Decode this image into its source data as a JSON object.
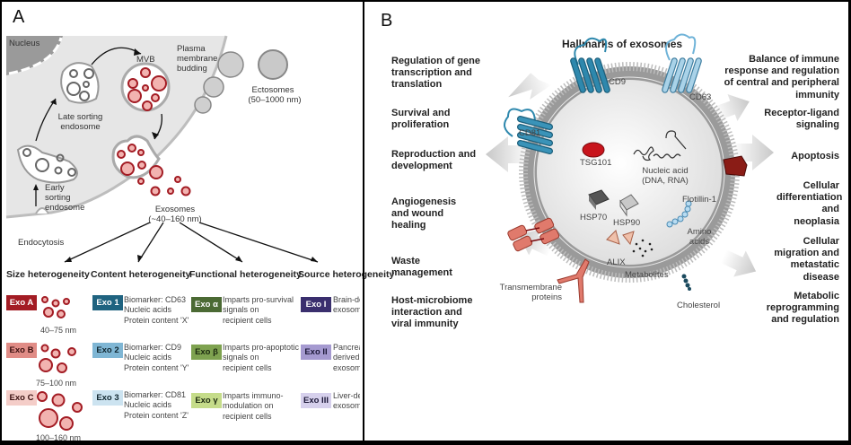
{
  "panel_a": {
    "letter": "A",
    "labels": {
      "nucleus": "Nucleus",
      "mvb": "MVB",
      "plasma_membrane_budding": "Plasma membrane budding",
      "ectosomes": "Ectosomes",
      "ectosomes_size": "(50–1000 nm)",
      "late_sorting_endosome": "Late sorting endosome",
      "early_sorting_endosome": "Early sorting endosome",
      "endocytosis": "Endocytosis",
      "exosomes": "Exosomes",
      "exosomes_size": "(~40–160 nm)"
    },
    "columns": [
      {
        "heading": "Size heterogeneity",
        "items": [
          {
            "badge": "Exo A",
            "desc": "40–75 nm",
            "color": "#a31c24",
            "text_color": "#ffffff"
          },
          {
            "badge": "Exo B",
            "desc": "75–100 nm",
            "color": "#e08c86",
            "text_color": "#3a1010"
          },
          {
            "badge": "Exo C",
            "desc": "100–160 nm",
            "color": "#f4cdc8",
            "text_color": "#3a1010"
          }
        ]
      },
      {
        "heading": "Content heterogeneity",
        "items": [
          {
            "badge": "Exo 1",
            "lines": [
              "Biomarker: CD63",
              "Nucleic acids",
              "Protein content 'X'"
            ],
            "color": "#1f6380",
            "text_color": "#ffffff"
          },
          {
            "badge": "Exo 2",
            "lines": [
              "Biomarker: CD9",
              "Nucleic acids",
              "Protein content 'Y'"
            ],
            "color": "#7fb6d4",
            "text_color": "#10262f"
          },
          {
            "badge": "Exo 3",
            "lines": [
              "Biomarker: CD81",
              "Nucleic acids",
              "Protein content 'Z'"
            ],
            "color": "#cce3f0",
            "text_color": "#10262f"
          }
        ]
      },
      {
        "heading": "Functional heterogeneity",
        "items": [
          {
            "badge": "Exo α",
            "lines": [
              "Imparts pro-survival",
              "signals on",
              "recipient cells"
            ],
            "color": "#4b6a34",
            "text_color": "#ffffff"
          },
          {
            "badge": "Exo β",
            "lines": [
              "Imparts pro-apoptotic",
              "signals on",
              "recipient cells"
            ],
            "color": "#7ea250",
            "text_color": "#1c2a10"
          },
          {
            "badge": "Exo γ",
            "lines": [
              "Imparts immuno-",
              "modulation on",
              "recipient cells"
            ],
            "color": "#c5dc8a",
            "text_color": "#1c2a10"
          }
        ]
      },
      {
        "heading": "Source heterogeneity",
        "items": [
          {
            "badge": "Exo I",
            "lines": [
              "Brain-derived",
              "exosomes"
            ],
            "color": "#3a2f6e",
            "text_color": "#ffffff"
          },
          {
            "badge": "Exo II",
            "lines": [
              "Pancreas-",
              "derived",
              "exosomes"
            ],
            "color": "#a59ad0",
            "text_color": "#1c1838"
          },
          {
            "badge": "Exo III",
            "lines": [
              "Liver-derived",
              "exosomes"
            ],
            "color": "#d6d0ec",
            "text_color": "#1c1838"
          }
        ]
      }
    ]
  },
  "panel_b": {
    "letter": "B",
    "title": "Hallmarks of exosomes",
    "left_hallmarks": [
      "Regulation of gene transcription and translation",
      "Survival and proliferation",
      "Reproduction and development",
      "Angiogenesis and wound healing",
      "Waste management",
      "Host-microbiome interaction and viral immunity"
    ],
    "right_hallmarks": [
      "Balance of immune response and regulation of central and peripheral immunity",
      "Receptor-ligand signaling",
      "Apoptosis",
      "Cellular differentiation and neoplasia",
      "Cellular migration and metastatic disease",
      "Metabolic reprogramming and regulation"
    ],
    "molecules": {
      "cd9": "CD9",
      "cd63": "CD63",
      "cd81": "CD81",
      "tsg101": "TSG101",
      "nucleic_acid": "Nucleic acid",
      "nucleic_acid_sub": "(DNA, RNA)",
      "hsp70": "HSP70",
      "hsp90": "HSP90",
      "flotillin": "Flotillin-1",
      "amino_acids": "Amino acids",
      "alix": "ALIX",
      "metabolites": "Metabolites",
      "transmembrane": "Transmembrane proteins",
      "cholesterol": "Cholesterol"
    }
  }
}
